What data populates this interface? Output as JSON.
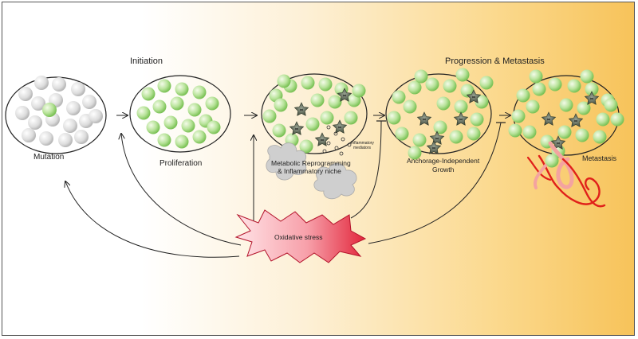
{
  "headings": {
    "initiation": "Initiation",
    "progression": "Progression & Metastasis"
  },
  "stages": {
    "mutation": "Mutation",
    "proliferation": "Proliferation",
    "metabolic_line1": "Metabolic Reprogramming",
    "metabolic_line2": "& Inflammatory niche",
    "inflammatory_line1": "Inflammatory",
    "inflammatory_line2": "mediators",
    "anchorage_line1": "Anchorage-Independent",
    "anchorage_line2": "Growth",
    "metastasis": "Metastasis"
  },
  "center": {
    "oxidative_stress": "Oxidative stress"
  },
  "colors": {
    "normal_cell": "#d6d6d6",
    "tumor_cell": "#9ed67a",
    "stromal_cell": "#4d5a44",
    "vessel": "#e0201a",
    "burst": "#ef3b4f"
  }
}
